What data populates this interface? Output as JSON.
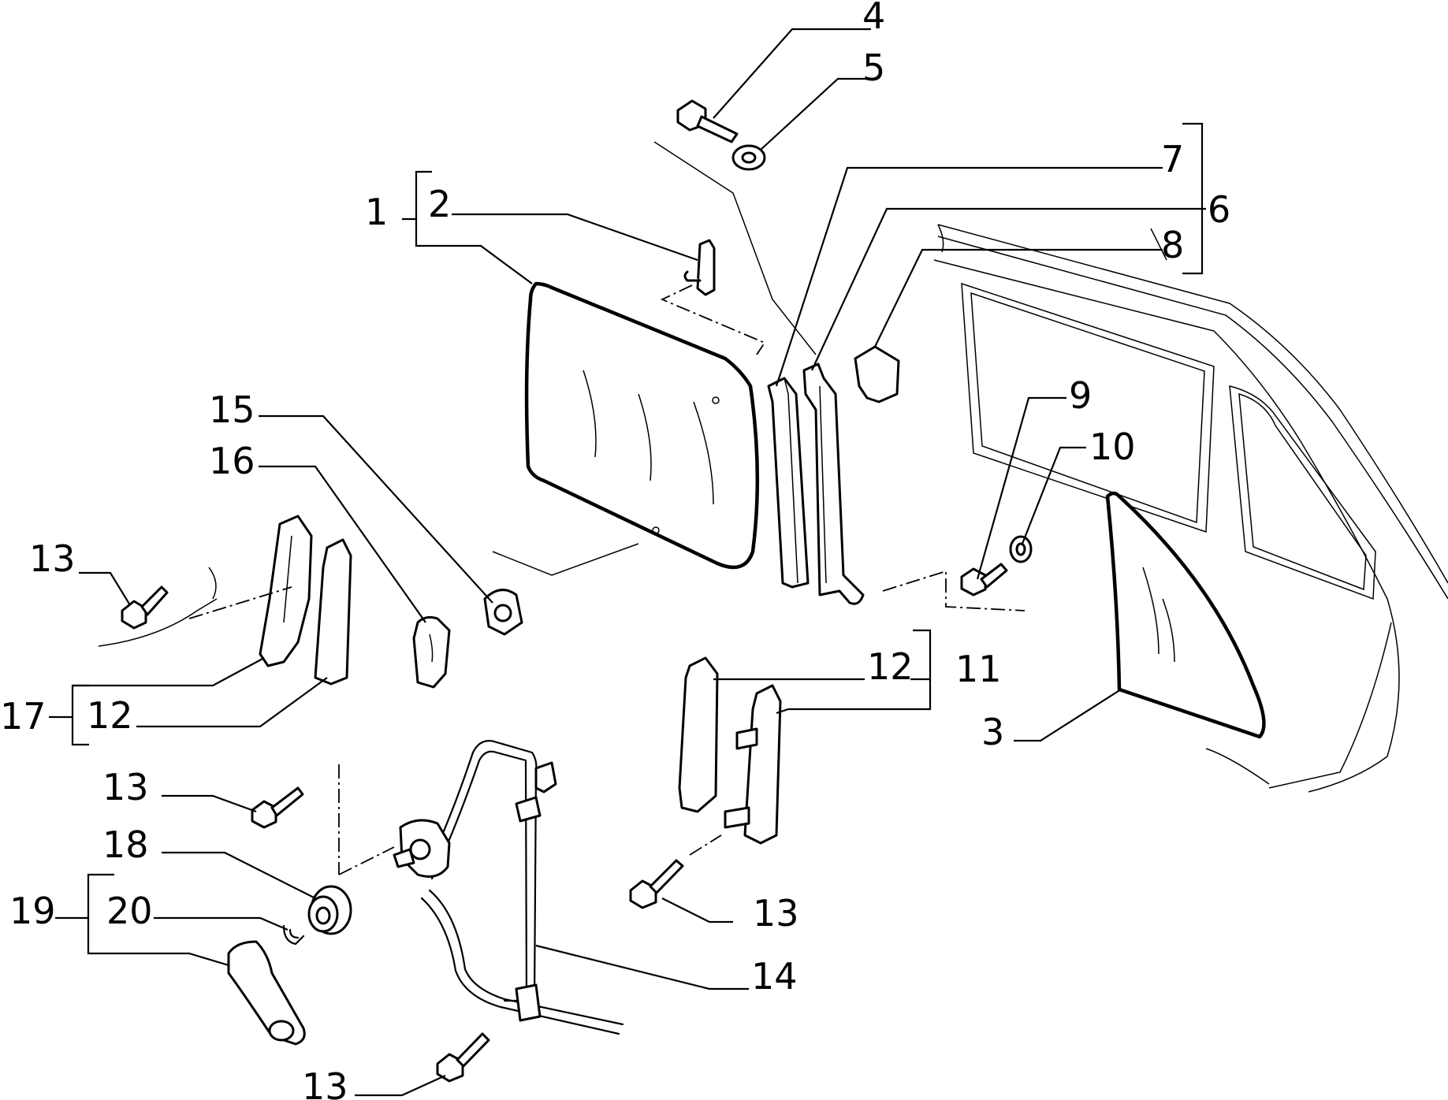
{
  "diagram": {
    "callouts": {
      "c1": "1",
      "c2": "2",
      "c3": "3",
      "c4": "4",
      "c5": "5",
      "c6": "6",
      "c7": "7",
      "c8": "8",
      "c9": "9",
      "c10": "10",
      "c11": "11",
      "c12a": "12",
      "c12b": "12",
      "c13a": "13",
      "c13b": "13",
      "c13c": "13",
      "c13d": "13",
      "c14": "14",
      "c15": "15",
      "c16": "16",
      "c17": "17",
      "c18": "18",
      "c19": "19",
      "c20": "20"
    }
  }
}
